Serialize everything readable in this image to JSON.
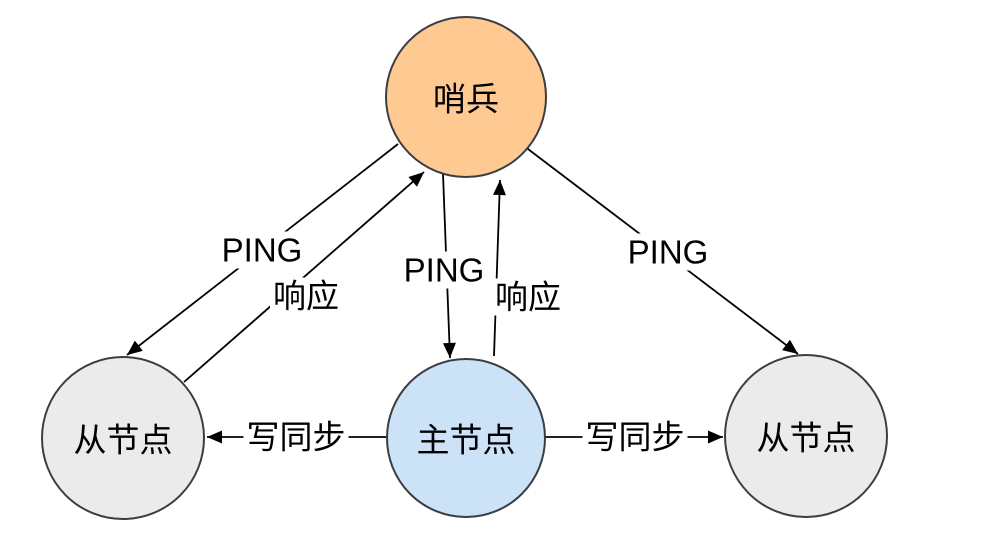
{
  "diagram": {
    "nodes": [
      {
        "id": "sentinel",
        "label": "哨兵",
        "fill": "#FFC992"
      },
      {
        "id": "slave-left",
        "label": "从节点",
        "fill": "#EBEBEB"
      },
      {
        "id": "master",
        "label": "主节点",
        "fill": "#CCE2F7"
      },
      {
        "id": "slave-right",
        "label": "从节点",
        "fill": "#EBEBEB"
      }
    ],
    "edges": [
      {
        "from": "sentinel",
        "to": "slave-left",
        "label": "PING"
      },
      {
        "from": "slave-left",
        "to": "sentinel",
        "label": "响应"
      },
      {
        "from": "sentinel",
        "to": "master",
        "label": "PING"
      },
      {
        "from": "master",
        "to": "sentinel",
        "label": "响应"
      },
      {
        "from": "sentinel",
        "to": "slave-right",
        "label": "PING"
      },
      {
        "from": "master",
        "to": "slave-left",
        "label": "写同步"
      },
      {
        "from": "master",
        "to": "slave-right",
        "label": "写同步"
      }
    ],
    "colors": {
      "node_stroke": "#3A3E42",
      "edge_line": "#000000",
      "label_text": "#000000",
      "background": "#FFFFFF"
    }
  }
}
